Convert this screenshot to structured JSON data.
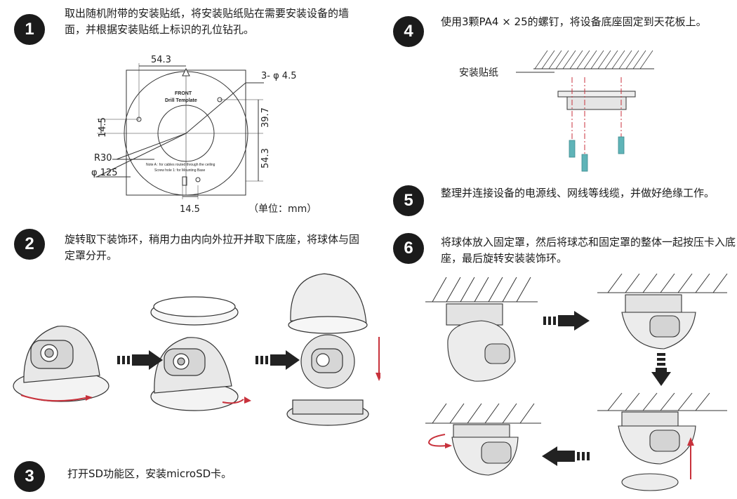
{
  "steps": [
    {
      "number": "1",
      "text": "取出随机附带的安装贴纸，将安装贴纸贴在需要安装设备的墙面，并根据安装贴纸上标识的孔位钻孔。"
    },
    {
      "number": "2",
      "text": "旋转取下装饰环，稍用力由内向外拉开并取下底座，将球体与固定罩分开。"
    },
    {
      "number": "3",
      "text": "打开SD功能区，安装microSD卡。"
    },
    {
      "number": "4",
      "text": "使用3颗PA4 × 25的螺钉，将设备底座固定到天花板上。"
    },
    {
      "number": "5",
      "text": "整理并连接设备的电源线、网线等线缆，并做好绝缘工作。"
    },
    {
      "number": "6",
      "text": "将球体放入固定罩，然后将球芯和固定罩的整体一起按压卡入底座，最后旋转安装装饰环。"
    }
  ],
  "drill_template": {
    "dim_top": "54.3",
    "dim_holes": "3- φ 4.5",
    "front_label": "FRONT",
    "drill_label": "Drill Template",
    "dim_left": "14.5",
    "dim_right_upper": "39.7",
    "dim_right_lower": "54.3",
    "radius_label": "R30",
    "diameter_label": "φ 125",
    "note_a": "Note A : for cables routed through the ceiling",
    "note_1": "Screw hole 1: for Mounting Base",
    "dim_bottom": "14.5",
    "unit_label": "（单位：mm）"
  },
  "ceiling_figure": {
    "sticker_label": "安装贴纸"
  },
  "colors": {
    "badge": "#1b1b1b",
    "arrow_red": "#c8323c",
    "screw_teal": "#5fb4b8",
    "line": "#333333"
  }
}
